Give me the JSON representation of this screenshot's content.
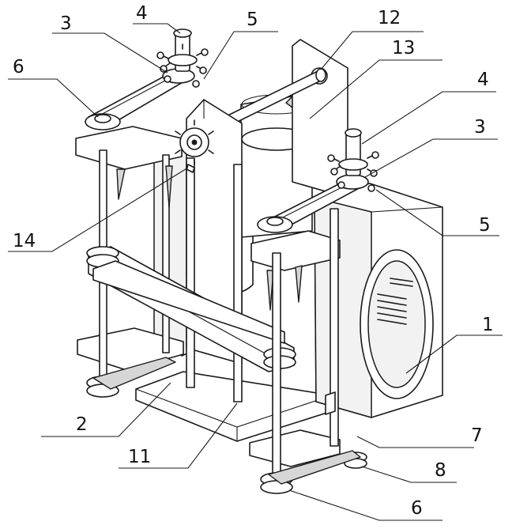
{
  "labels": [
    "4",
    "3",
    "5",
    "12",
    "6",
    "13",
    "4",
    "3",
    "14",
    "5",
    "1",
    "2",
    "11",
    "7",
    "8",
    "6"
  ]
}
